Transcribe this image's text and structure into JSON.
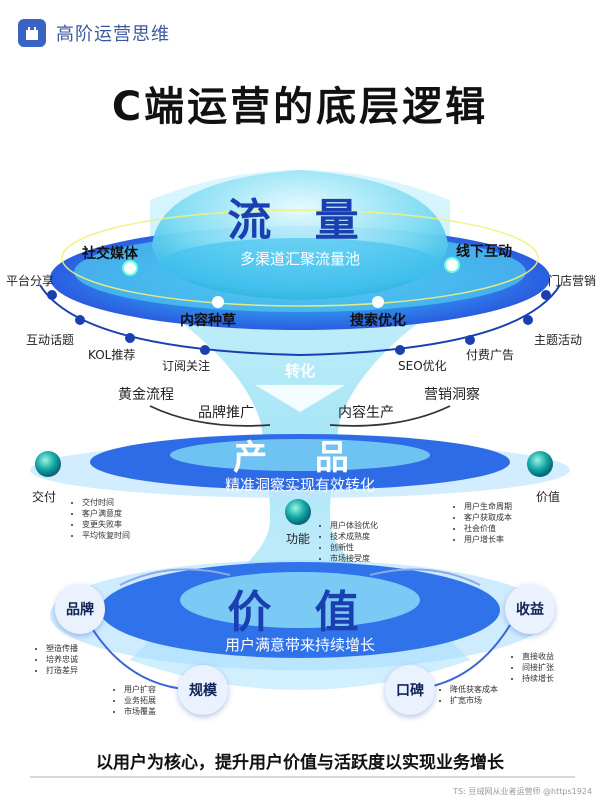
{
  "header": {
    "brand": "高阶运营思维"
  },
  "title": "C端运营的底层逻辑",
  "traffic": {
    "title": "流 量",
    "subtitle": "多渠道汇聚流量池",
    "inner_nodes": [
      "社交媒体",
      "线下互动",
      "内容种草",
      "搜索优化"
    ],
    "outer_nodes": [
      "平台分享",
      "门店营销",
      "互动话题",
      "主题活动",
      "KOL推荐",
      "订阅关注",
      "SEO优化",
      "付费广告"
    ]
  },
  "conversion": {
    "label": "转化",
    "items": [
      "黄金流程",
      "营销洞察",
      "品牌推广",
      "内容生产"
    ]
  },
  "product": {
    "title": "产 品",
    "subtitle": "精准洞察实现有效转化",
    "left": {
      "label": "交付",
      "items": [
        "交付时间",
        "客户满意度",
        "变更失败率",
        "平均恢复时间"
      ]
    },
    "right": {
      "label": "价值",
      "items": [
        "用户生命周期",
        "客户获取成本",
        "社会价值",
        "用户增长率"
      ]
    },
    "center": {
      "label": "功能",
      "items": [
        "用户体验优化",
        "技术成熟度",
        "创新性",
        "市场接受度"
      ]
    }
  },
  "value": {
    "title": "价 值",
    "subtitle": "用户满意带来持续增长",
    "brand": {
      "label": "品牌",
      "items": [
        "塑造传播",
        "培养忠诚",
        "打造差异"
      ]
    },
    "revenue": {
      "label": "收益",
      "items": [
        "直接收益",
        "间接扩张",
        "持续增长"
      ]
    },
    "scale": {
      "label": "规模",
      "items": [
        "用户扩容",
        "业务拓展",
        "市场覆盖"
      ]
    },
    "reputation": {
      "label": "口碑",
      "items": [
        "降低获客成本",
        "扩宽市场"
      ]
    }
  },
  "footer": "以用户为核心，提升用户价值与活跃度以实现业务增长",
  "watermark": "TS: 豆绒网从业者运营师 @https1924",
  "colors": {
    "primary": "#1a3fb0",
    "accent": "#27c6e0",
    "ring": "#2a5ce0"
  }
}
